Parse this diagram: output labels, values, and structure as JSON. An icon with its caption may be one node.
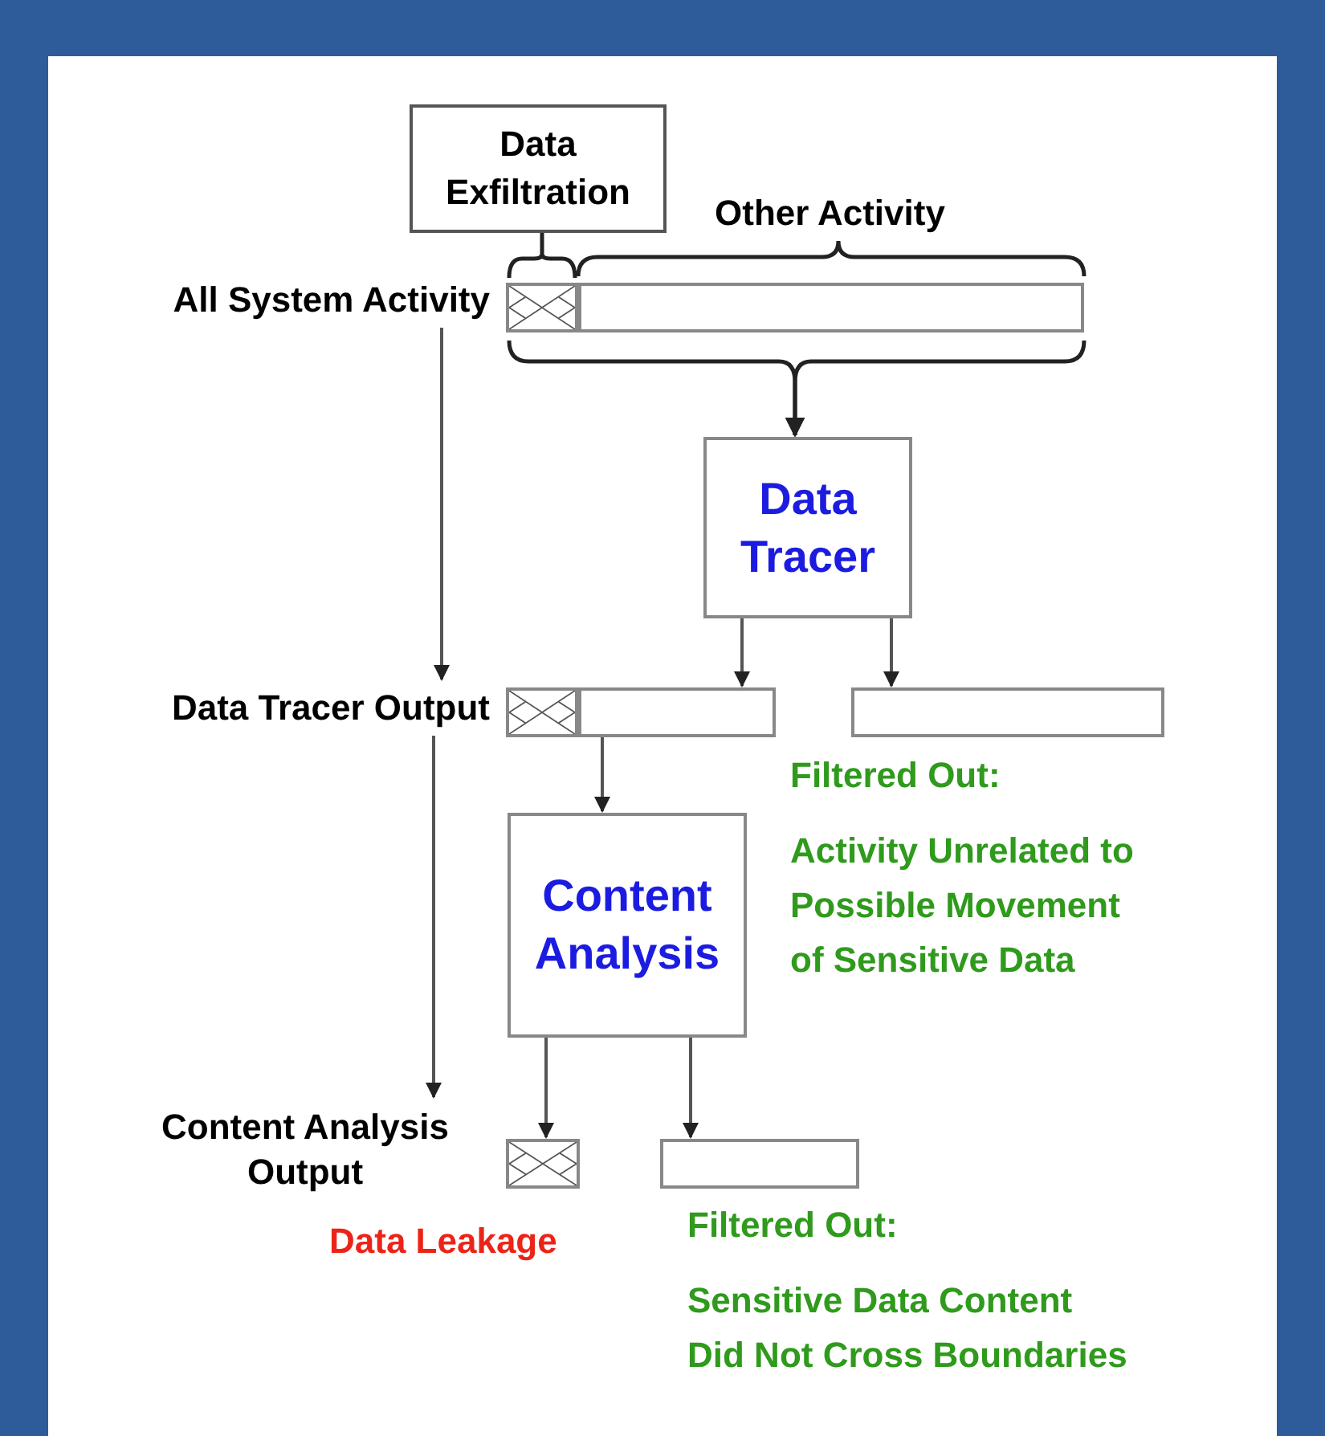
{
  "diagram": {
    "nodes": [
      {
        "text": [
          "Data Exfiltration"
        ]
      },
      {
        "text": [
          "All System Activity"
        ]
      },
      {
        "text": [],
        "shape": "box"
      },
      {
        "text": [],
        "shape": "box"
      },
      {
        "text": [
          "Data Tracer"
        ]
      },
      {
        "text": [
          "Data Tracer Output"
        ]
      },
      {
        "text": [],
        "shape": "box"
      },
      {
        "text": [],
        "shape": "box"
      },
      {
        "text": [],
        "shape": "box",
        "beside": [
          "Filtered Out:",
          "Activity Unrelated to Possible Movement of Sensitive Data"
        ]
      },
      {
        "text": [
          "Content Analysis"
        ]
      },
      {
        "text": [
          "Content Analysis Output"
        ]
      },
      {
        "text": [],
        "shape": "box",
        "beside": [
          "Data Leakage"
        ]
      },
      {
        "text": [],
        "shape": "box",
        "beside": [
          "Filtered Out:",
          "Sensitive Data Content Did Not Cross Boundaries"
        ]
      }
    ],
    "edges": [
      {
        "from": 0,
        "to": 2,
        "arrow": "none"
      },
      {
        "from": 3,
        "to": 4,
        "arrow": "to"
      },
      {
        "from": 1,
        "to": 5,
        "arrow": "to"
      },
      {
        "from": 4,
        "to": 7,
        "arrow": "to"
      },
      {
        "from": 4,
        "to": 8,
        "arrow": "to"
      },
      {
        "from": 7,
        "to": 9,
        "arrow": "to"
      },
      {
        "from": 5,
        "to": 10,
        "arrow": "to"
      },
      {
        "from": 9,
        "to": 11,
        "arrow": "to"
      },
      {
        "from": 9,
        "to": 12,
        "arrow": "to"
      },
      {
        "from": 2,
        "to": 4,
        "arrow": "to"
      }
    ],
    "labels": [
      "Other Activity"
    ]
  }
}
